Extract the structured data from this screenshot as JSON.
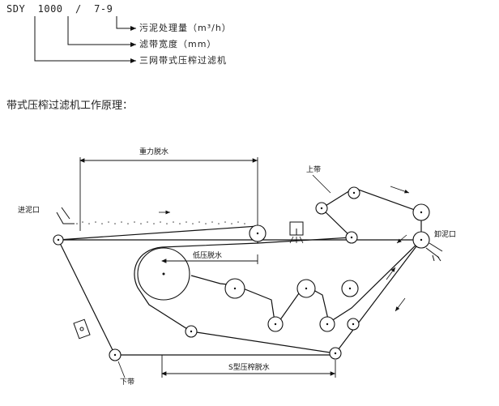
{
  "model": {
    "code": "SDY  1000  /  7-9",
    "legend": [
      {
        "label": "污泥处理量（m³/h）"
      },
      {
        "label": "滤带宽度（mm）"
      },
      {
        "label": "三网带式压榨过滤机"
      }
    ]
  },
  "section_heading": "带式压榨过滤机工作原理：",
  "diagram": {
    "labels": {
      "gravity_dewatering": "重力脱水",
      "sludge_inlet": "进泥口",
      "upper_belt": "上带",
      "sludge_outlet": "卸泥口",
      "low_pressure_dewatering": "低压脱水",
      "lower_belt": "下带",
      "s_press_dewatering": "S型压榨脱水"
    }
  }
}
